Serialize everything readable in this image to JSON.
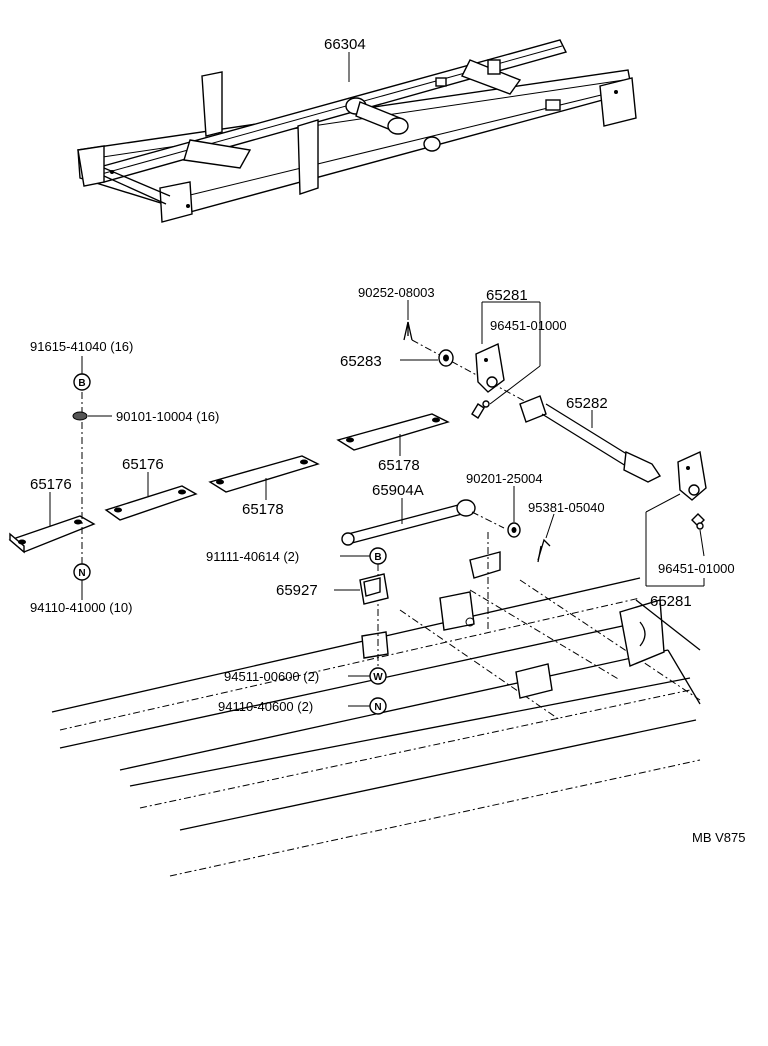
{
  "diagram_code": "MB V875",
  "frame_part": "66304",
  "symbols": {
    "bolt": "B",
    "nut": "N",
    "washer": "W"
  },
  "left_group": {
    "bolt_part": "91615-41040 (16)",
    "washer_part": "90101-10004 (16)",
    "nut_part": "94110-41000 (10)",
    "support_a": "65176",
    "support_a2": "65176"
  },
  "center_group": {
    "support_b": "65178",
    "support_b2": "65178",
    "rod": "65904A",
    "bolt_part": "91111-40614 (2)",
    "bracket": "65927",
    "washer_part": "94511-00600 (2)",
    "nut_part": "94110-40600 (2)"
  },
  "right_group": {
    "pin": "90252-08003",
    "collar": "65283",
    "hinge_top": "65281",
    "grease_top": "96451-01000",
    "strut": "65282",
    "washer": "90201-25004",
    "cotter": "95381-05040",
    "grease_bottom": "96451-01000",
    "hinge_bottom": "65281"
  }
}
